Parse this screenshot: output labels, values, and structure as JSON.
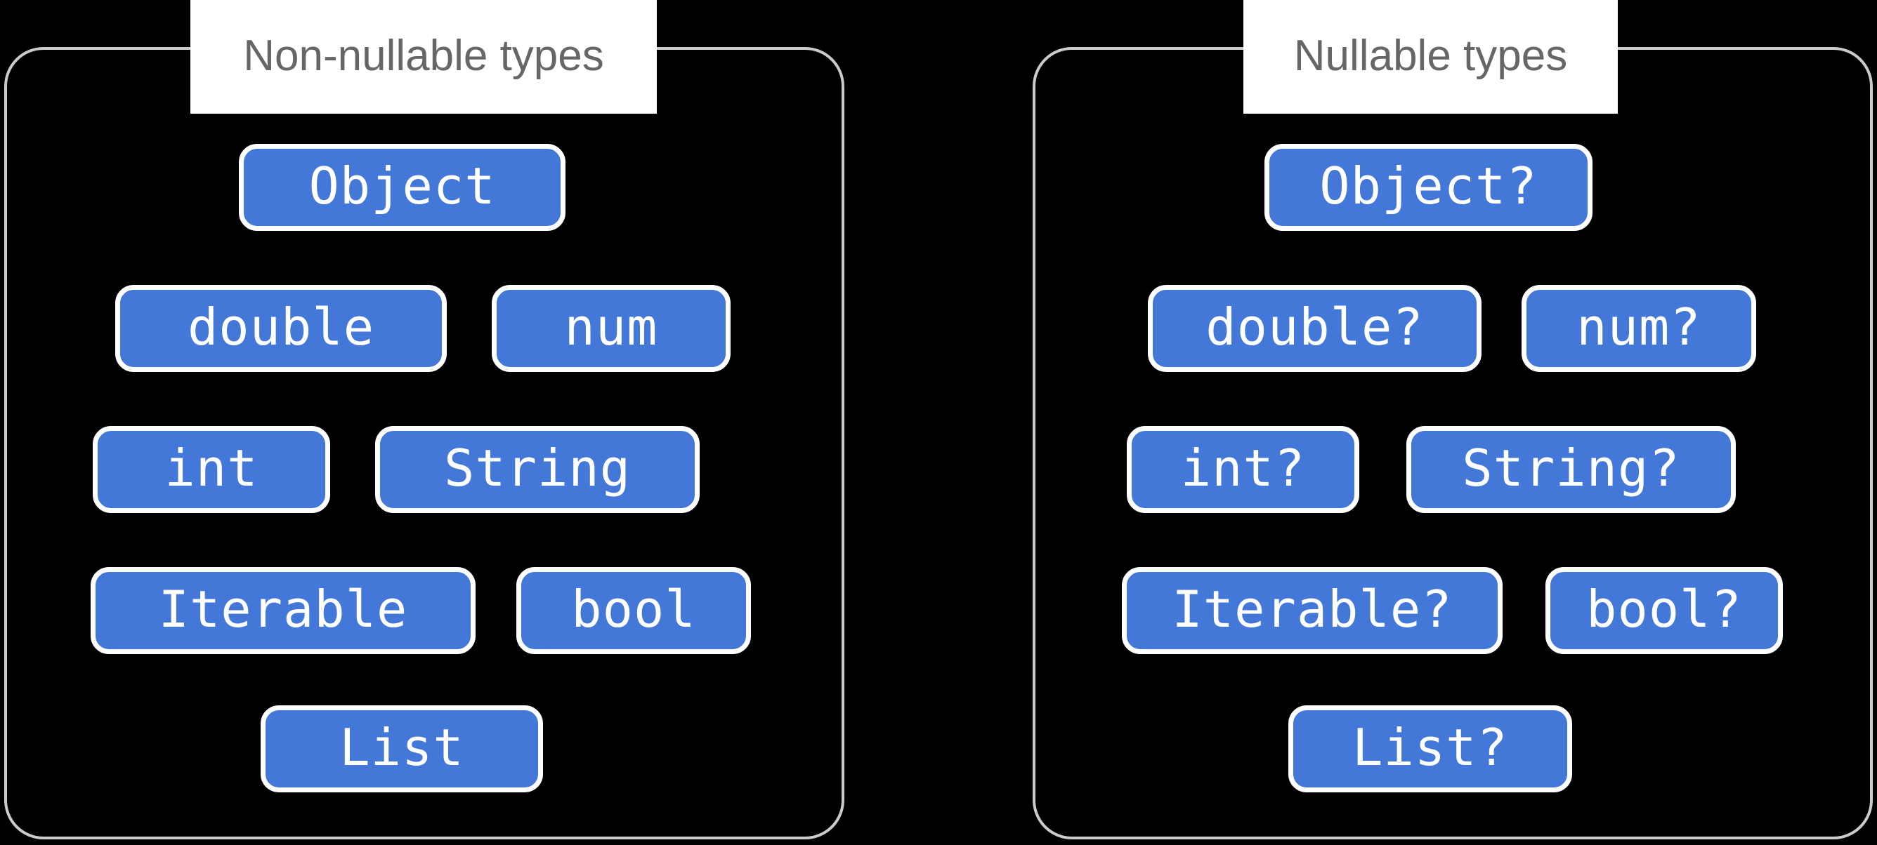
{
  "panels": [
    {
      "title": "Non-nullable types",
      "pills": [
        {
          "label": "Object"
        },
        {
          "label": "double"
        },
        {
          "label": "num"
        },
        {
          "label": "int"
        },
        {
          "label": "String"
        },
        {
          "label": "Iterable"
        },
        {
          "label": "bool"
        },
        {
          "label": "List"
        }
      ]
    },
    {
      "title": "Nullable types",
      "pills": [
        {
          "label": "Object?"
        },
        {
          "label": "double?"
        },
        {
          "label": "num?"
        },
        {
          "label": "int?"
        },
        {
          "label": "String?"
        },
        {
          "label": "Iterable?"
        },
        {
          "label": "bool?"
        },
        {
          "label": "List?"
        }
      ]
    }
  ],
  "colors": {
    "background": "#000000",
    "pill_fill": "#4377d8",
    "pill_border": "#ffffff",
    "pill_text": "#ffffff",
    "panel_border": "#cbcbcb",
    "title_text": "#666666",
    "title_tab_background": "#ffffff"
  }
}
